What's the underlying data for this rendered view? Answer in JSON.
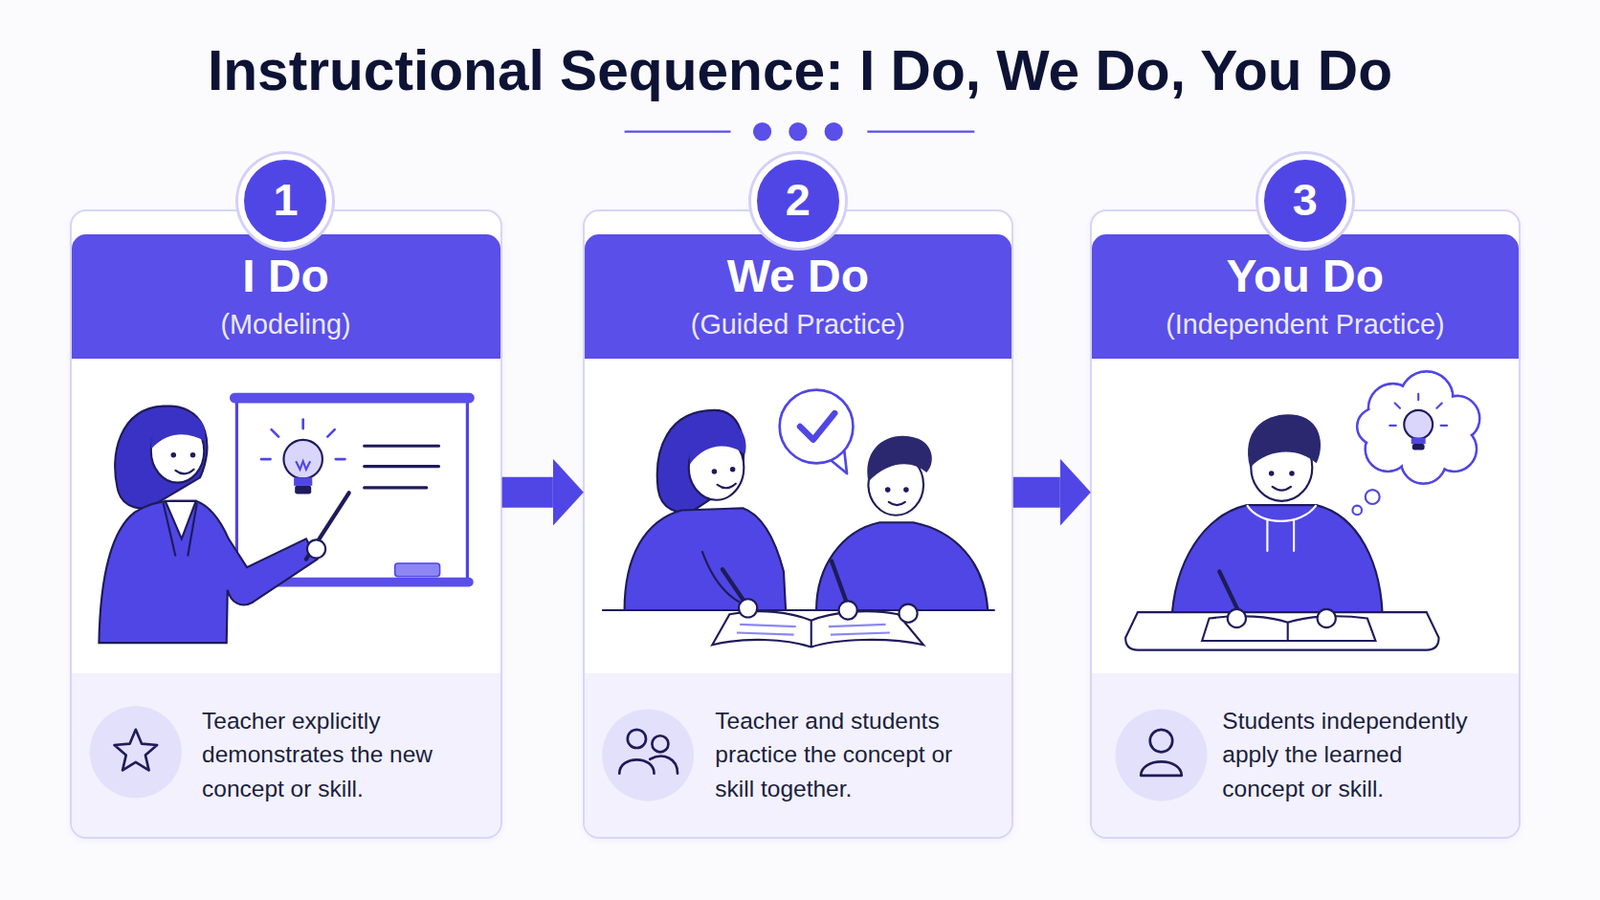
{
  "diagram": {
    "title": "Instructional Sequence: I Do, We Do, You Do",
    "nodes": [
      {
        "text": [
          "I Do",
          "(Modeling)",
          "Teacher explicitly demonstrates the new concept or skill."
        ]
      },
      {
        "text": [
          "1"
        ],
        "in": 0
      },
      {
        "text": [
          "We Do",
          "(Guided Practice)",
          "Teacher and students practice the concept or skill together."
        ]
      },
      {
        "text": [
          "2"
        ],
        "in": 2
      },
      {
        "text": [
          "You Do",
          "(Independent Practice)",
          "Students independently apply the learned concept or skill."
        ]
      },
      {
        "text": [
          "3"
        ],
        "in": 4
      }
    ],
    "edges": [
      {
        "from": 0,
        "to": 2,
        "arrow": "to"
      },
      {
        "from": 2,
        "to": 4,
        "arrow": "to"
      }
    ]
  }
}
